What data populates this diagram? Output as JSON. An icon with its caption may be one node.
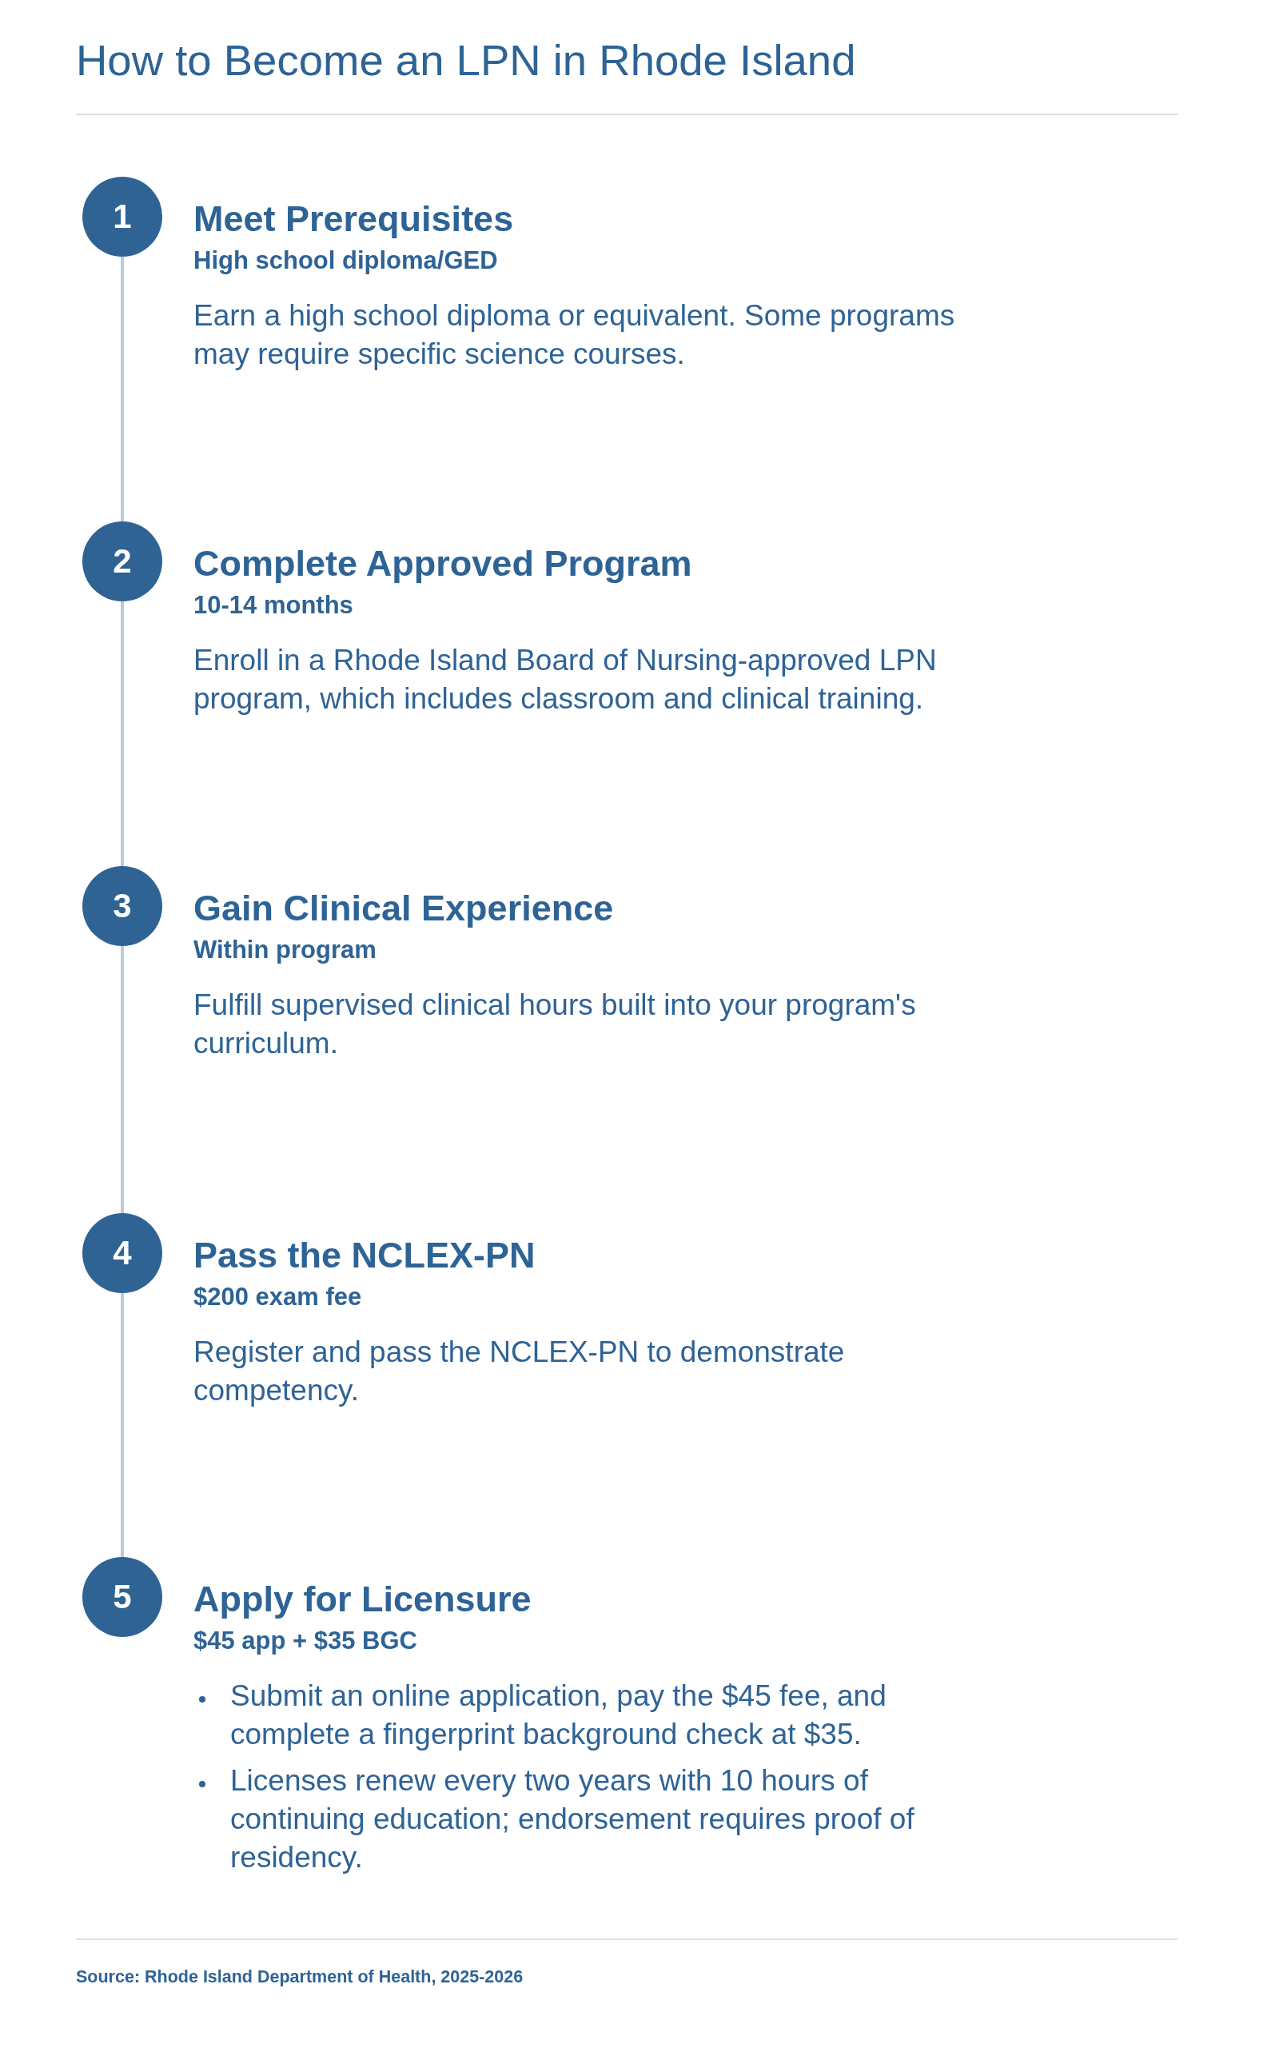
{
  "diagram": {
    "title": "How to Become an LPN in Rhode Island",
    "nodes": [
      {
        "text": [
          "1"
        ],
        "beside": [
          "Meet Prerequisites",
          "High school diploma/GED",
          "Earn a high school diploma or equivalent. Some programs may require specific science courses."
        ]
      },
      {
        "text": [
          "2"
        ],
        "beside": [
          "Complete Approved Program",
          "10-14 months",
          "Enroll in a Rhode Island Board of Nursing-approved LPN program, which includes classroom and clinical training."
        ]
      },
      {
        "text": [
          "3"
        ],
        "beside": [
          "Gain Clinical Experience",
          "Within program",
          "Fulfill supervised clinical hours built into your program's curriculum."
        ]
      },
      {
        "text": [
          "4"
        ],
        "beside": [
          "Pass the NCLEX-PN",
          "$200 exam fee",
          "Register and pass the NCLEX-PN to demonstrate competency."
        ]
      },
      {
        "text": [
          "5"
        ],
        "beside": [
          "Apply for Licensure",
          "$45 app + $35 BGC",
          "Submit an online application, pay the $45 fee, and complete a fingerprint background check at $35.",
          "Licenses renew every two years with 10 hours of continuing education; endorsement requires proof of residency."
        ]
      }
    ],
    "edges": [
      {
        "from": 0,
        "to": 1,
        "arrow": "none"
      },
      {
        "from": 1,
        "to": 2,
        "arrow": "none"
      },
      {
        "from": 2,
        "to": 3,
        "arrow": "none"
      },
      {
        "from": 3,
        "to": 4,
        "arrow": "none"
      }
    ],
    "labels": [
      "Source: Rhode Island Department of Health, 2025-2026"
    ]
  }
}
